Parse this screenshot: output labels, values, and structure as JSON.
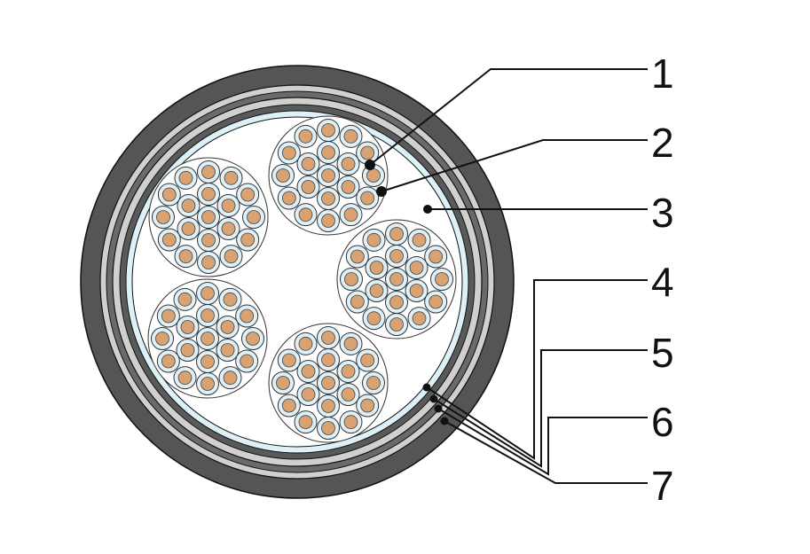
{
  "diagram": {
    "callouts": [
      {
        "id": "1",
        "label": "1"
      },
      {
        "id": "2",
        "label": "2"
      },
      {
        "id": "3",
        "label": "3"
      },
      {
        "id": "4",
        "label": "4"
      },
      {
        "id": "5",
        "label": "5"
      },
      {
        "id": "6",
        "label": "6"
      },
      {
        "id": "7",
        "label": "7"
      }
    ],
    "colors": {
      "outer_sheath": "#555555",
      "layer_light": "#cfcfcf",
      "screen_blue": "#dff1f8",
      "filler": "#ffffff",
      "conductor": "#d9a273",
      "insulation": "#dff1f8",
      "line": "#111111"
    }
  }
}
